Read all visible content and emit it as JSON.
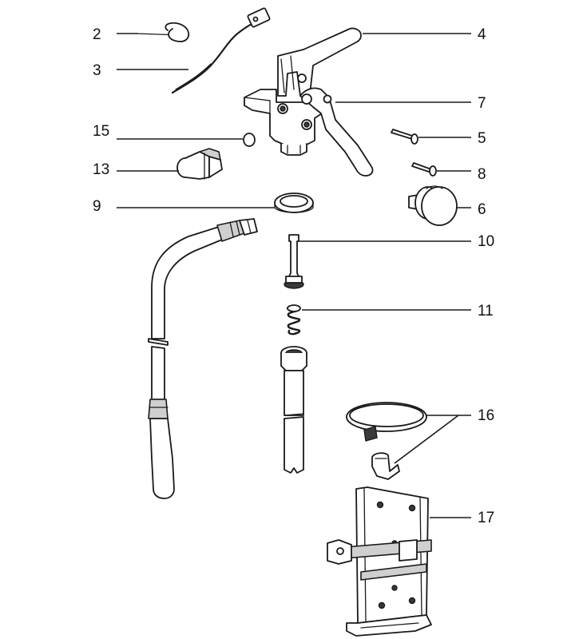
{
  "callouts": {
    "c2": "2",
    "c3": "3",
    "c4": "4",
    "c5": "5",
    "c6": "6",
    "c7": "7",
    "c8": "8",
    "c9": "9",
    "c10": "10",
    "c11": "11",
    "c13": "13",
    "c15": "15",
    "c16": "16",
    "c17": "17"
  }
}
